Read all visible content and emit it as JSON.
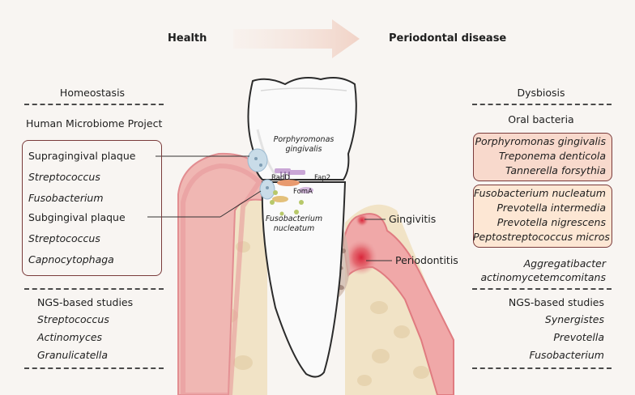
{
  "header": {
    "left": "Health",
    "right": "Periodontal disease"
  },
  "left": {
    "section_title": "Homeostasis",
    "project": "Human Microbiome Project",
    "box_items": [
      "Supragingival plaque",
      "Streptococcus",
      "Fusobacterium",
      "Subgingival plaque",
      "Streptococcus",
      "Capnocytophaga"
    ],
    "ngs_title": "NGS-based studies",
    "ngs_items": [
      "Streptococcus",
      "Actinomyces",
      "Granulicatella"
    ]
  },
  "right": {
    "section_title": "Dysbiosis",
    "oral_title": "Oral bacteria",
    "red_box": [
      "Porphyromonas gingivalis",
      "Treponema denticola",
      "Tannerella forsythia"
    ],
    "orange_box": [
      "Fusobacterium nucleatum",
      "Prevotella intermedia",
      "Prevotella nigrescens",
      "Peptostreptococcus micros"
    ],
    "extra": [
      "Aggregatibacter",
      "actinomycetemcomitans"
    ],
    "ngs_title": "NGS-based studies",
    "ngs_items": [
      "Synergistes",
      "Prevotella",
      "Fusobacterium"
    ]
  },
  "center": {
    "pg_label": [
      "Porphyromonas",
      "gingivalis"
    ],
    "fn_label": [
      "Fusobacterium",
      "nucleatum"
    ],
    "proteins": [
      "RadD",
      "Fap2",
      "FomA"
    ],
    "gingivitis": "Gingivitis",
    "periodontitis": "Periodontitis"
  },
  "colors": {
    "gum": "#e8999b",
    "gum_dark": "#d95a63",
    "bone": "#f1e3c6",
    "red_box_bg": "#f8d9cc",
    "orange_box_bg": "#fde7d4",
    "border": "#7a3b3b"
  }
}
